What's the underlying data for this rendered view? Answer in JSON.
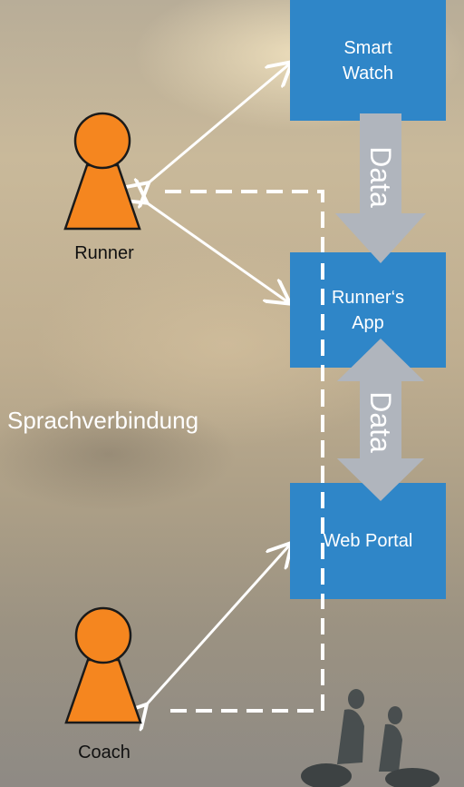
{
  "nodes": {
    "smart_watch": "Smart\nWatch",
    "runner_app": "Runner‘s\nApp",
    "web_portal": "Web Portal"
  },
  "actors": {
    "runner": "Runner",
    "coach": "Coach"
  },
  "flows": {
    "watch_to_app": "Data",
    "app_to_portal": "Data"
  },
  "voice_link": "Sprachverbindung",
  "colors": {
    "box": "#2f86c8",
    "actor": "#f5861f",
    "data_arrow": "#b0b5bd",
    "connector": "#ffffff"
  }
}
